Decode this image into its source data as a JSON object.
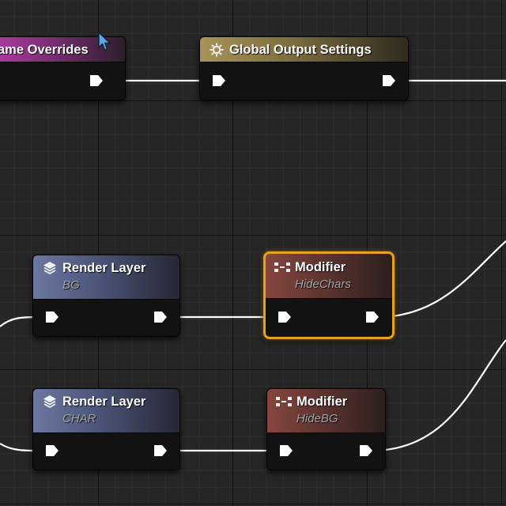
{
  "window": {
    "title": "Movie Render Graph"
  },
  "nodes": {
    "frame_overrides": {
      "title": "ame Overrides",
      "icon": "settings-icon"
    },
    "global_output": {
      "title": "Global Output Settings",
      "icon": "gear-icon"
    },
    "render_layer_bg": {
      "title": "Render Layer",
      "subtitle": "BG",
      "icon": "layers-icon"
    },
    "render_layer_char": {
      "title": "Render Layer",
      "subtitle": "CHAR",
      "icon": "layers-icon"
    },
    "modifier_hidechars": {
      "title": "Modifier",
      "subtitle": "HideChars",
      "icon": "modifier-icon",
      "selected": true
    },
    "modifier_hidebg": {
      "title": "Modifier",
      "subtitle": "HideBG",
      "icon": "modifier-icon"
    }
  },
  "colors": {
    "canvas": "#262626",
    "wire": "#ffffff",
    "selection": "#e7a11f",
    "header_frame_overrides": "#b23ca6",
    "header_global_output": "#a79457",
    "header_render_layer": "#6c78a0",
    "header_modifier": "#87463f"
  },
  "cursor": {
    "icon": "mouse-pointer-icon"
  }
}
